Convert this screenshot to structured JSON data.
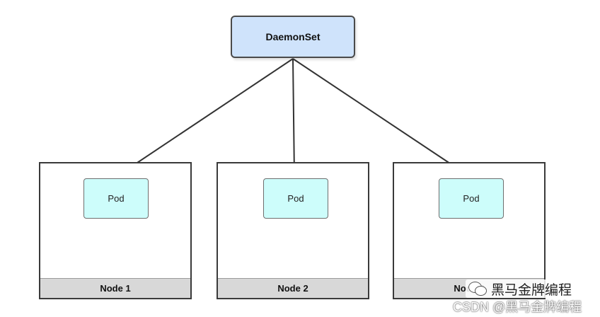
{
  "daemonset": {
    "label": "DaemonSet"
  },
  "nodes": [
    {
      "label": "Node 1",
      "pod_label": "Pod"
    },
    {
      "label": "Node 2",
      "pod_label": "Pod"
    },
    {
      "label": "Node 3",
      "pod_label": "Pod"
    }
  ],
  "watermark": {
    "account": "黑马金牌编程",
    "csdn": "CSDN @黑马金牌编程"
  },
  "colors": {
    "daemonset_fill": "#cfe3fb",
    "pod_fill": "#cdfdfb",
    "node_footer": "#d8d8d8",
    "stroke": "#3a3a3a"
  }
}
